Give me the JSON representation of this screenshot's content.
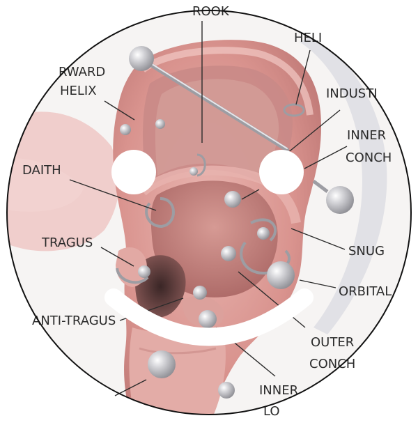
{
  "diagram": {
    "labels": {
      "rook": "ROOK",
      "helix": "HELI",
      "forward_helix_1": "RWARD",
      "forward_helix_2": "HELIX",
      "industrial": "INDUSTI",
      "inner_conch_1": "INNER",
      "inner_conch_2": "CONCH",
      "daith": "DAITH",
      "tragus": "TRAGUS",
      "snug": "SNUG",
      "orbital": "ORBITAL",
      "anti_tragus": "ANTI-TRAGUS",
      "outer_conch_1": "OUTER",
      "outer_conch_2": "CONCH",
      "inner_lobe_1": "INNER",
      "inner_lobe_2": "LO"
    }
  },
  "colors": {
    "paper": "#f6f4f3",
    "skin_light": "#e8b2ad",
    "skin_mid": "#d48e89",
    "skin_dark": "#b56f6c",
    "shadow": "#6e4747",
    "metal": "#b9b9bd",
    "metal_highlight": "#f2f2f2",
    "ink": "#2b2b2b",
    "face": "#ffffff"
  },
  "icons": [
    "ear-illustration",
    "smiley-overlay",
    "piercing-jewelry"
  ]
}
